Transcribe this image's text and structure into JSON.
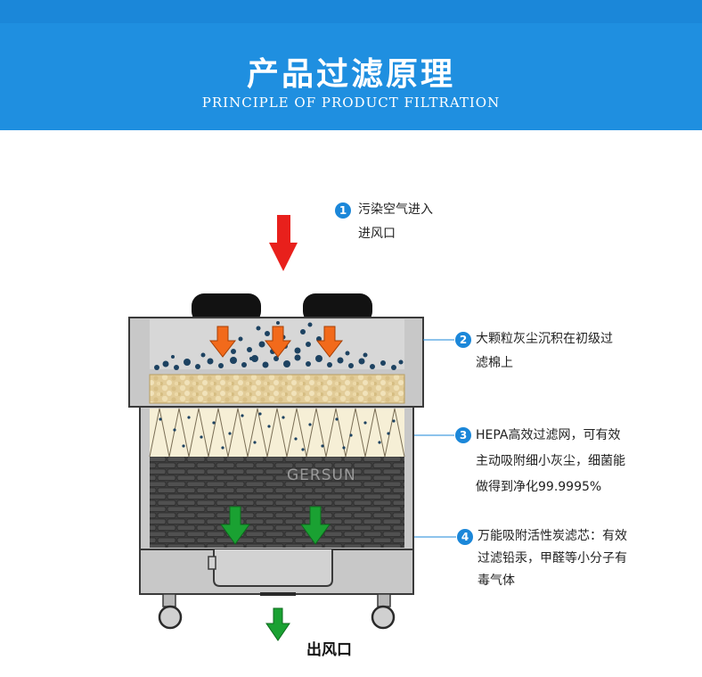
{
  "header": {
    "title": "产品过滤原理",
    "subtitle": "PRINCIPLE OF PRODUCT FILTRATION"
  },
  "watermark": "GERSUN",
  "steps": [
    {
      "number": "1",
      "lines": [
        "污染空气进入",
        "进风口"
      ]
    },
    {
      "number": "2",
      "lines": [
        "大颗粒灰尘沉积在初级过",
        "滤棉上"
      ]
    },
    {
      "number": "3",
      "lines": [
        "HEPA高效过滤网，可有效",
        "主动吸附细小灰尘，细菌能",
        "做得到净化99.9995%"
      ]
    },
    {
      "number": "4",
      "lines": [
        "万能吸附活性炭滤芯：有效",
        "过滤铅汞，甲醛等小分子有",
        "毒气体"
      ]
    }
  ],
  "outlet_label": "出风口",
  "colors": {
    "banner": "#1b87d9",
    "inlet_arrow": "#e8201c",
    "dust_arrow": "#f26a1b",
    "clean_arrow": "#1aa132",
    "step_badge": "#1b87d9"
  }
}
